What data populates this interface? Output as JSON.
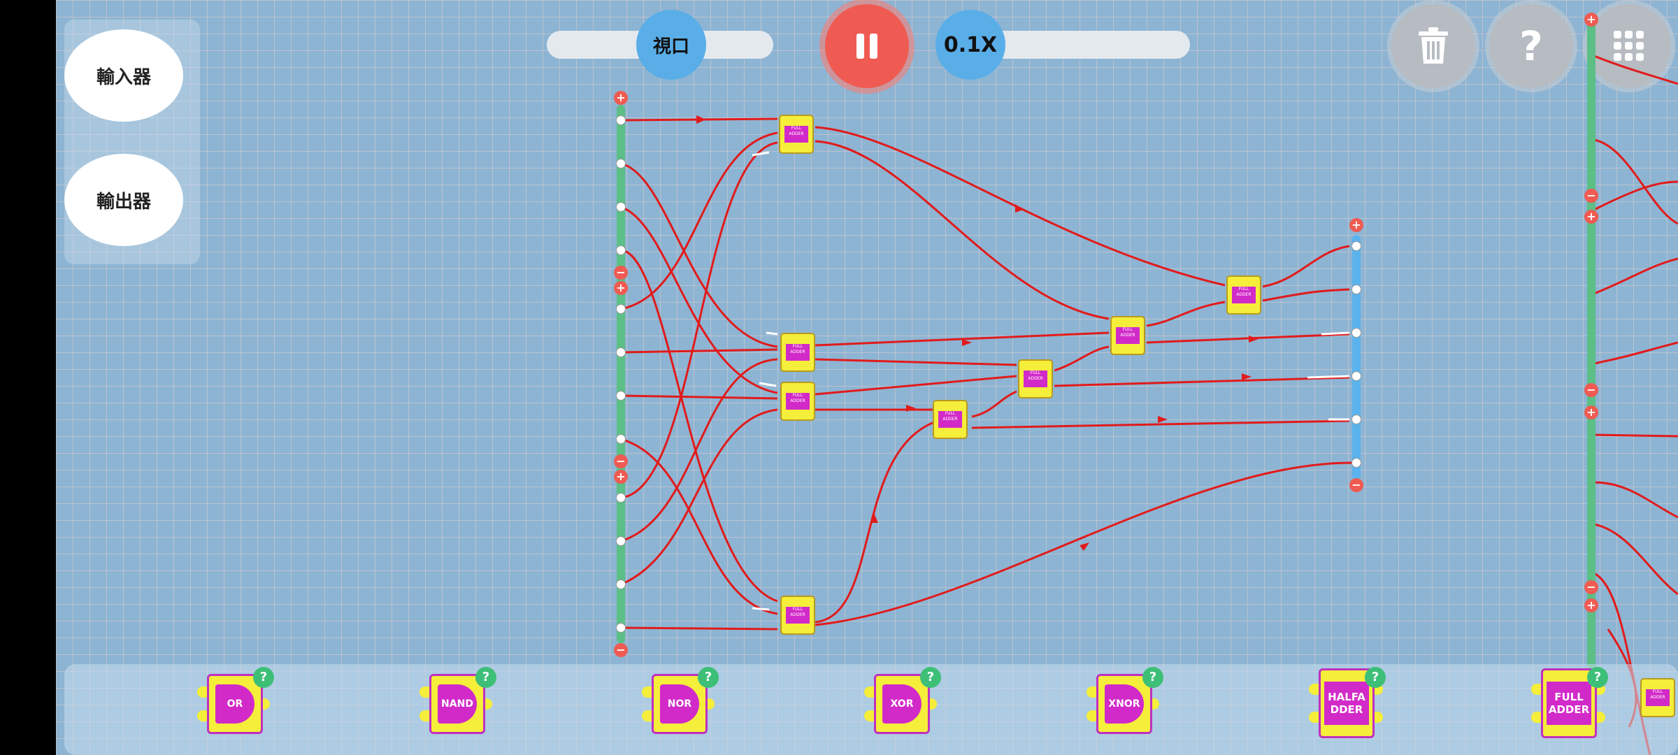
{
  "side_panel": {
    "input_label": "輸入器",
    "output_label": "輸出器"
  },
  "viewport_control": {
    "label": "視口"
  },
  "speed_control": {
    "label": "0.1X"
  },
  "toolbar": {
    "pause_icon": "pause-icon",
    "trash_icon": "trash-icon",
    "help_icon": "help-icon",
    "menu_icon": "grid-menu-icon",
    "help_glyph": "?"
  },
  "colors": {
    "background": "#8db4d3",
    "wire": "#e11b1b",
    "chip": "#f5ee3a",
    "chip_inner": "#d22ac9",
    "input_bus": "#5bbf86",
    "output_bus": "#5ab3ec",
    "pause": "#ef5b52",
    "help_badge": "#3dbf78"
  },
  "canvas": {
    "pin_plus": "+",
    "pin_minus": "−",
    "input_bus_counts": [
      "4",
      "4",
      "4"
    ],
    "chips": [
      {
        "name": "FULL ADDER"
      },
      {
        "name": "FULL ADDER"
      },
      {
        "name": "FULL ADDER"
      },
      {
        "name": "FULL ADDER"
      },
      {
        "name": "FULL ADDER"
      },
      {
        "name": "FULL ADDER"
      },
      {
        "name": "FULL ADDER"
      },
      {
        "name": "FULL ADDER"
      }
    ]
  },
  "palette": {
    "items": [
      {
        "label": "OR",
        "kind": "gate"
      },
      {
        "label": "NAND",
        "kind": "gate"
      },
      {
        "label": "NOR",
        "kind": "gate"
      },
      {
        "label": "XOR",
        "kind": "gate"
      },
      {
        "label": "XNOR",
        "kind": "gate"
      },
      {
        "label": "HALFA DDER",
        "kind": "block"
      },
      {
        "label": "FULL ADDER",
        "kind": "block"
      }
    ],
    "help_glyph": "?"
  }
}
